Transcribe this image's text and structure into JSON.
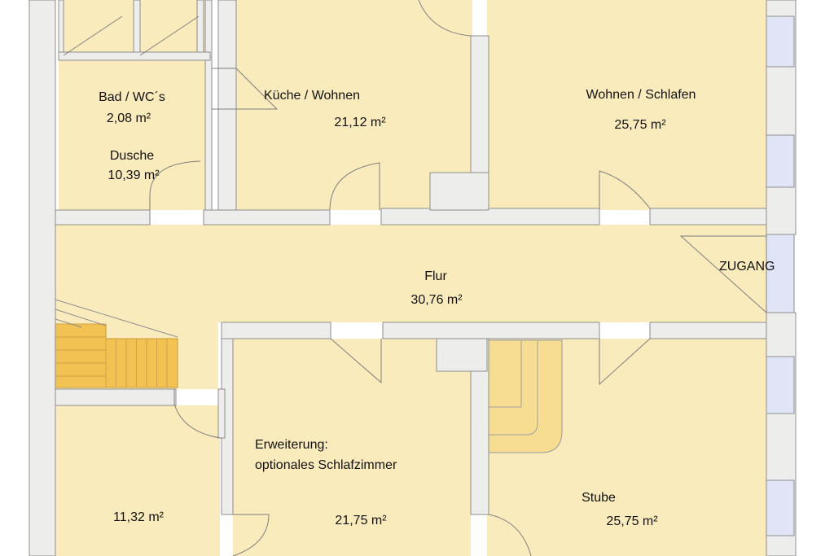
{
  "plan": {
    "colors": {
      "floor": "#faebbd",
      "wall": "#ededeb",
      "wall_edge": "#8d8d8d",
      "window": "#dfe5f7",
      "stair_fill": "#f2c253",
      "stair_light": "#f6dd92",
      "exterior": "#ffffff"
    },
    "rooms": {
      "bad": {
        "name": "Bad / WC´s",
        "area": "2,08 m²"
      },
      "dusche": {
        "name": "Dusche",
        "area": "10,39 m²"
      },
      "kueche": {
        "name": "Küche / Wohnen",
        "area": "21,12 m²"
      },
      "wohnen_schlafen": {
        "name": "Wohnen / Schlafen",
        "area": "25,75 m²"
      },
      "flur": {
        "name": "Flur",
        "area": "30,76 m²"
      },
      "zugang": {
        "name": "ZUGANG"
      },
      "room_sw": {
        "area": "11,32 m²"
      },
      "erweiterung": {
        "line1": "Erweiterung:",
        "line2": "optionales Schlafzimmer",
        "area": "21,75 m²"
      },
      "stube": {
        "name": "Stube",
        "area": "25,75 m²"
      }
    }
  }
}
